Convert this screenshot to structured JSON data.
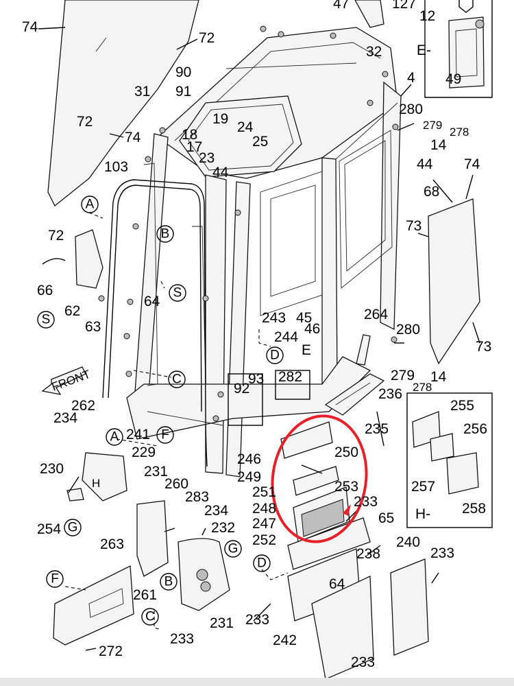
{
  "labels": {
    "p74a": "74",
    "p72a": "72",
    "p72b": "72",
    "p72c": "72",
    "p74b": "74",
    "p31": "31",
    "p90": "90",
    "p91": "91",
    "p103": "103",
    "p47": "47",
    "p127": "127",
    "p12": "12",
    "p49": "49",
    "pE": "E-",
    "p32": "32",
    "p4": "4",
    "p280a": "280",
    "p279a": "279",
    "p278a": "278",
    "p14a": "14",
    "p19": "19",
    "p24": "24",
    "p18": "18",
    "p25": "25",
    "p17": "17",
    "p23": "23",
    "p44a": "44",
    "p44b": "44",
    "p74c": "74",
    "p68": "68",
    "p73a": "73",
    "p73b": "73",
    "p66": "66",
    "p62": "62",
    "p63": "63",
    "p64a": "64",
    "p243": "243",
    "p45": "45",
    "p46": "46",
    "p244": "244",
    "pEarrow": "E",
    "p264": "264",
    "p280b": "280",
    "p279b": "279",
    "p14b": "14",
    "p278b": "278",
    "p236": "236",
    "p92": "92",
    "p93": "93",
    "p282": "282",
    "p235": "235",
    "p255": "255",
    "p256": "256",
    "p257": "257",
    "p258": "258",
    "pH": "H-",
    "p262": "262",
    "p234a": "234",
    "p241": "241",
    "p229": "229",
    "p230": "230",
    "p231a": "231",
    "p260": "260",
    "p283": "283",
    "p234b": "234",
    "p232": "232",
    "p254": "254",
    "p263": "263",
    "p261": "261",
    "p231b": "231",
    "p233a": "233",
    "p246": "246",
    "p250": "250",
    "p249": "249",
    "p251": "251",
    "p253": "253",
    "p248": "248",
    "p247": "247",
    "p233b": "233",
    "p65": "65",
    "p252": "252",
    "p240": "240",
    "p233c": "233",
    "p238": "238",
    "p64b": "64",
    "p233d": "233",
    "p242": "242",
    "p233e": "233",
    "p272": "272",
    "pHarrow": "H"
  },
  "circled": {
    "cA1": "A",
    "cB1": "B",
    "cS1": "S",
    "cS2": "S",
    "cC1": "C",
    "cD1": "D",
    "cA2": "A",
    "cF1": "F",
    "cG1": "G",
    "cG2": "G",
    "cB2": "B",
    "cC2": "C",
    "cD2": "D",
    "cF2": "F"
  },
  "front_tag": "FRONT",
  "highlight": {
    "color": "#e8202a",
    "note": ""
  }
}
